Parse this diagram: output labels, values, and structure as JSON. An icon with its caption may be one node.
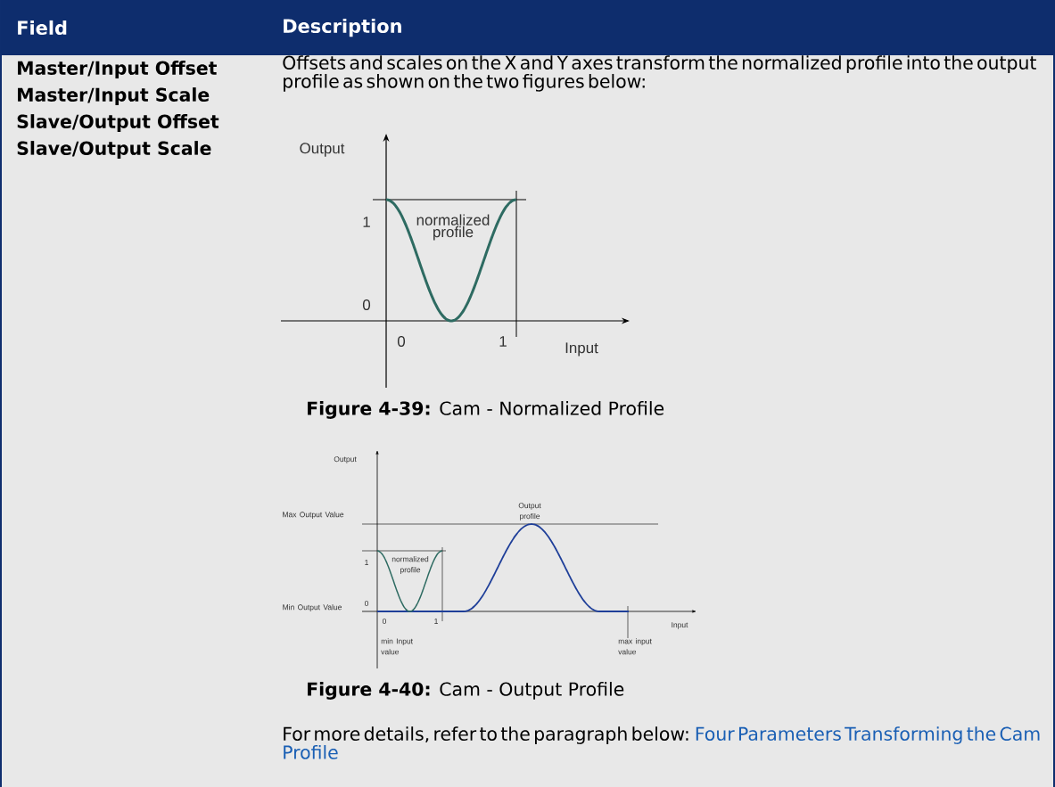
{
  "diagram": {
    "labels": [
      "Field",
      "Description",
      "Master/Input Offset",
      "Master/Input Scale",
      "Slave/Output Offset",
      "Slave/Output Scale",
      "Offsets and scales on the X and Y axes transform the normalized profile into the output profile as shown on the two figures below:",
      "Output",
      "1",
      "normalized profile",
      "0",
      "0",
      "1",
      "Input",
      "**Figure 4-39:** Cam - Normalized Profile",
      "Output",
      "Max Output Value",
      "Output profile",
      "1",
      "normalized profile",
      "Min Output Value",
      "0",
      "0",
      "1",
      "Input",
      "min Input value",
      "max input value",
      "**Figure 4-40:** Cam - Output Profile",
      "For more details, refer to the paragraph below:",
      "Four Parameters Transforming the Cam Profile"
    ]
  }
}
